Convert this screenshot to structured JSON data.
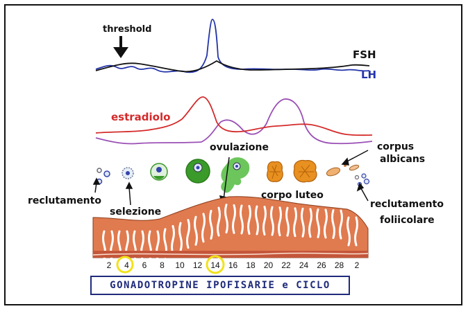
{
  "hormones": {
    "threshold": "threshold",
    "fsh": "FSH",
    "lh": "LH",
    "estradiolo": "estradiolo"
  },
  "ovary": {
    "ovulazione": "ovulazione",
    "corpus": "corpus",
    "albicans": "albicans",
    "reclutamento": "reclutamento",
    "selezione": "selezione",
    "corpo_luteo": "corpo luteo",
    "reclutamento_follicolare_1": "reclutamento",
    "reclutamento_follicolare_2": "foliicolare"
  },
  "days": [
    "2",
    "4",
    "6",
    "8",
    "10",
    "12",
    "14",
    "16",
    "18",
    "20",
    "22",
    "24",
    "26",
    "28",
    "2"
  ],
  "highlighted_days": [
    "4",
    "14"
  ],
  "title": "GONADOTROPINE IPOFISARIE e CICLO",
  "colors": {
    "fsh": "#111111",
    "lh": "#2233aa",
    "estradiol": "#d42a2a",
    "progesterone": "#9a4fb5",
    "endometrium": "#e07a4f",
    "follicle_green": "#3a9a2a",
    "corpus_luteum": "#e89020",
    "highlight": "#f2e21a",
    "title": "#1e2a7a"
  }
}
